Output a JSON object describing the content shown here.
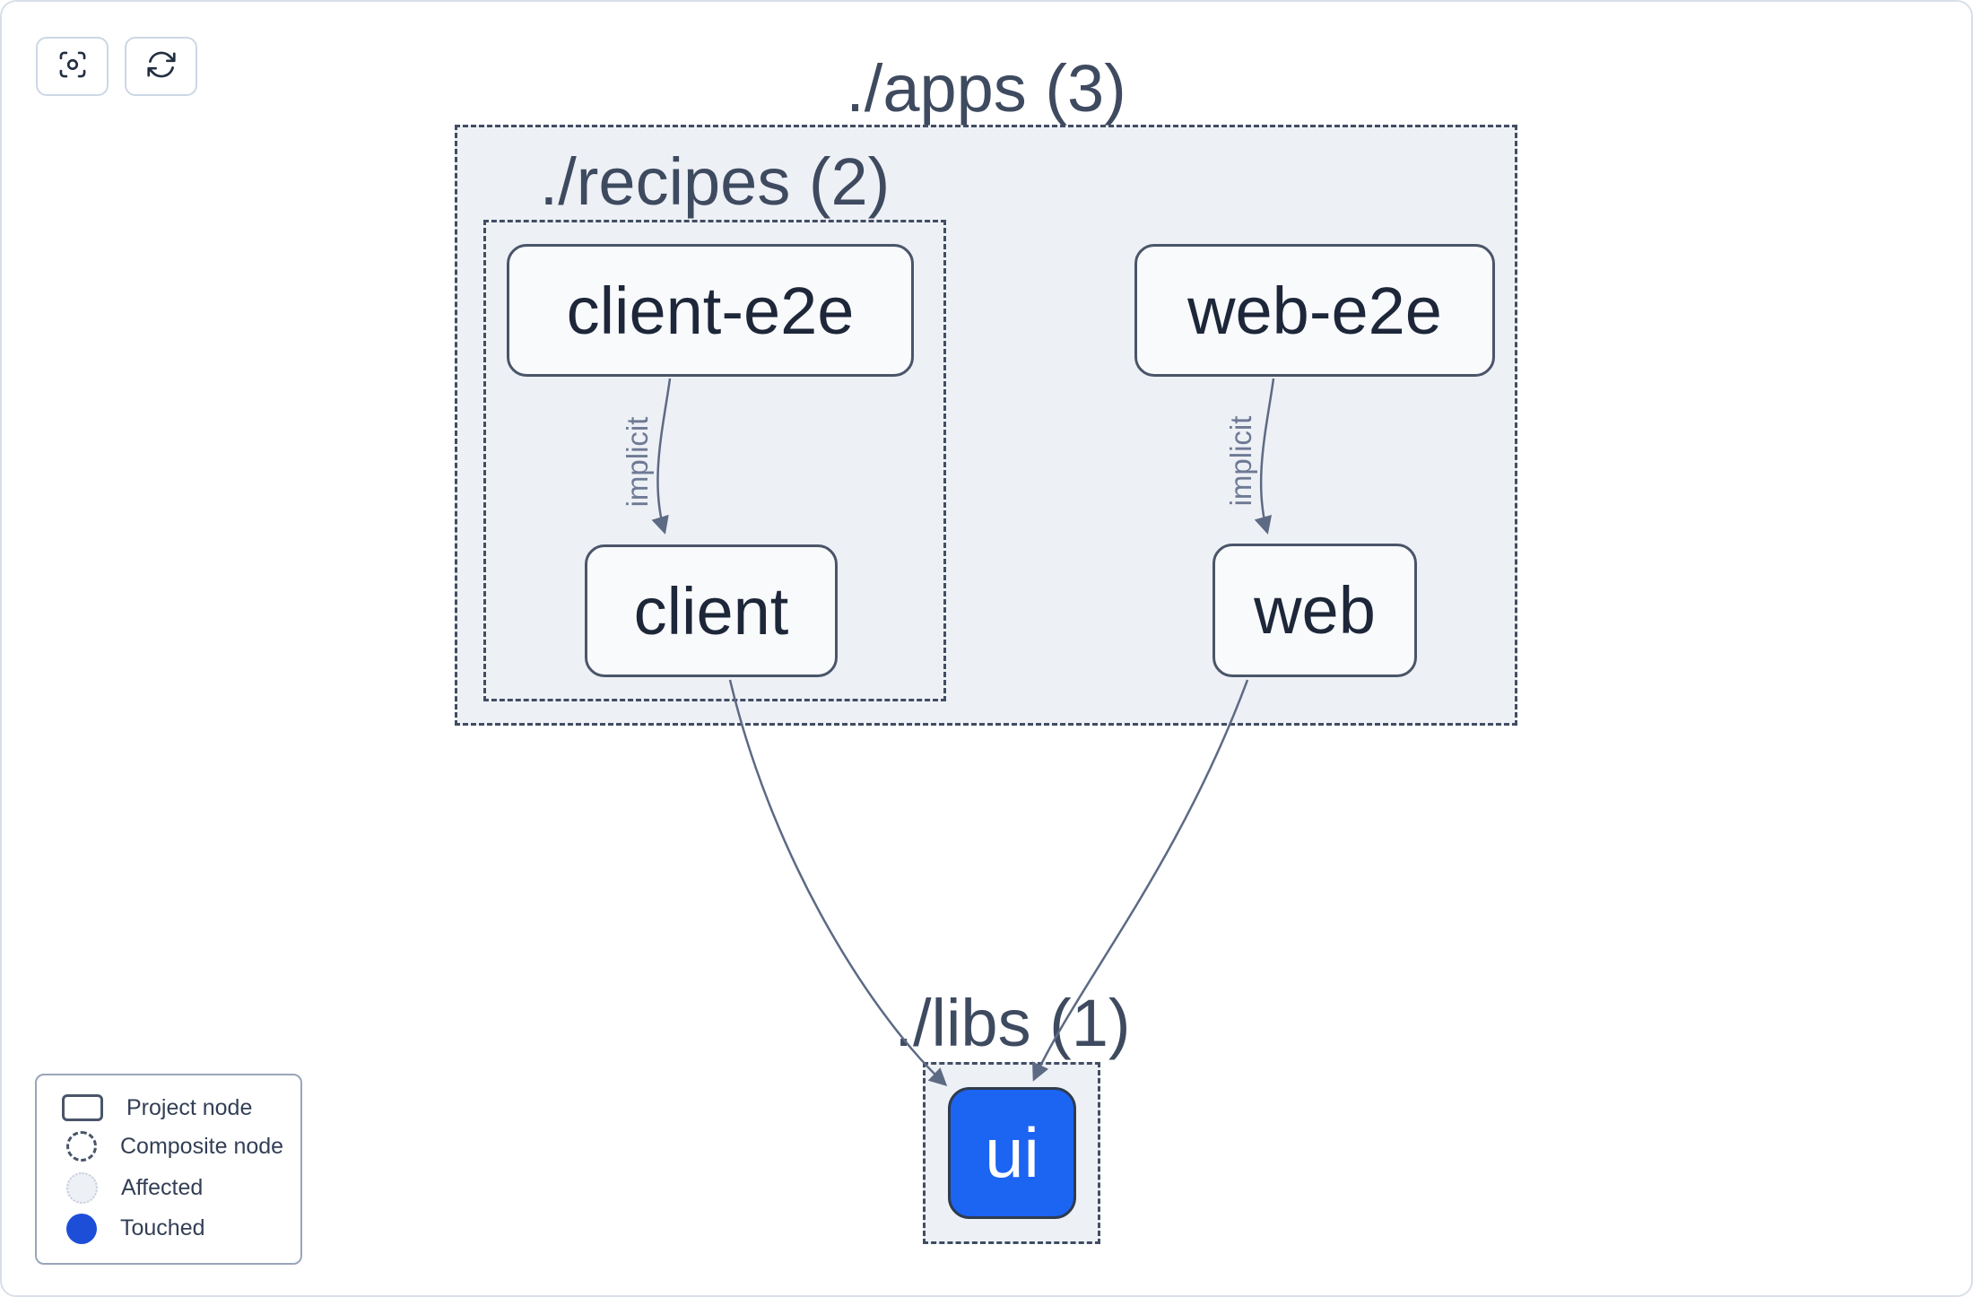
{
  "toolbar": {
    "focus_button": {
      "icon": "viewfinder-icon"
    },
    "refresh_button": {
      "icon": "refresh-icon"
    }
  },
  "graph": {
    "groups": [
      {
        "id": "apps",
        "label": "./apps (3)"
      },
      {
        "id": "recipes",
        "label": "./recipes (2)"
      },
      {
        "id": "libs",
        "label": "./libs (1)"
      }
    ],
    "nodes": [
      {
        "id": "client-e2e",
        "label": "client-e2e",
        "state": "default"
      },
      {
        "id": "web-e2e",
        "label": "web-e2e",
        "state": "default"
      },
      {
        "id": "client",
        "label": "client",
        "state": "default"
      },
      {
        "id": "web",
        "label": "web",
        "state": "default"
      },
      {
        "id": "ui",
        "label": "ui",
        "state": "touched"
      }
    ],
    "edges": [
      {
        "source": "client-e2e",
        "target": "client",
        "label": "implicit"
      },
      {
        "source": "web-e2e",
        "target": "web",
        "label": "implicit"
      },
      {
        "source": "client",
        "target": "ui",
        "label": ""
      },
      {
        "source": "web",
        "target": "ui",
        "label": ""
      }
    ]
  },
  "legend": {
    "items": [
      {
        "swatch": "project-node-swatch",
        "label": "Project node"
      },
      {
        "swatch": "composite-node-swatch",
        "label": "Composite node"
      },
      {
        "swatch": "affected-swatch",
        "label": "Affected"
      },
      {
        "swatch": "touched-swatch",
        "label": "Touched"
      }
    ]
  },
  "colors": {
    "touched_node_fill": "#1c64f2",
    "touched_dot": "#1d4ed8",
    "composite_fill": "#edf0f5",
    "edge": "#5d6a84",
    "dash_border": "#414d62",
    "node_border": "#4a5569",
    "node_text": "#1d2739"
  }
}
